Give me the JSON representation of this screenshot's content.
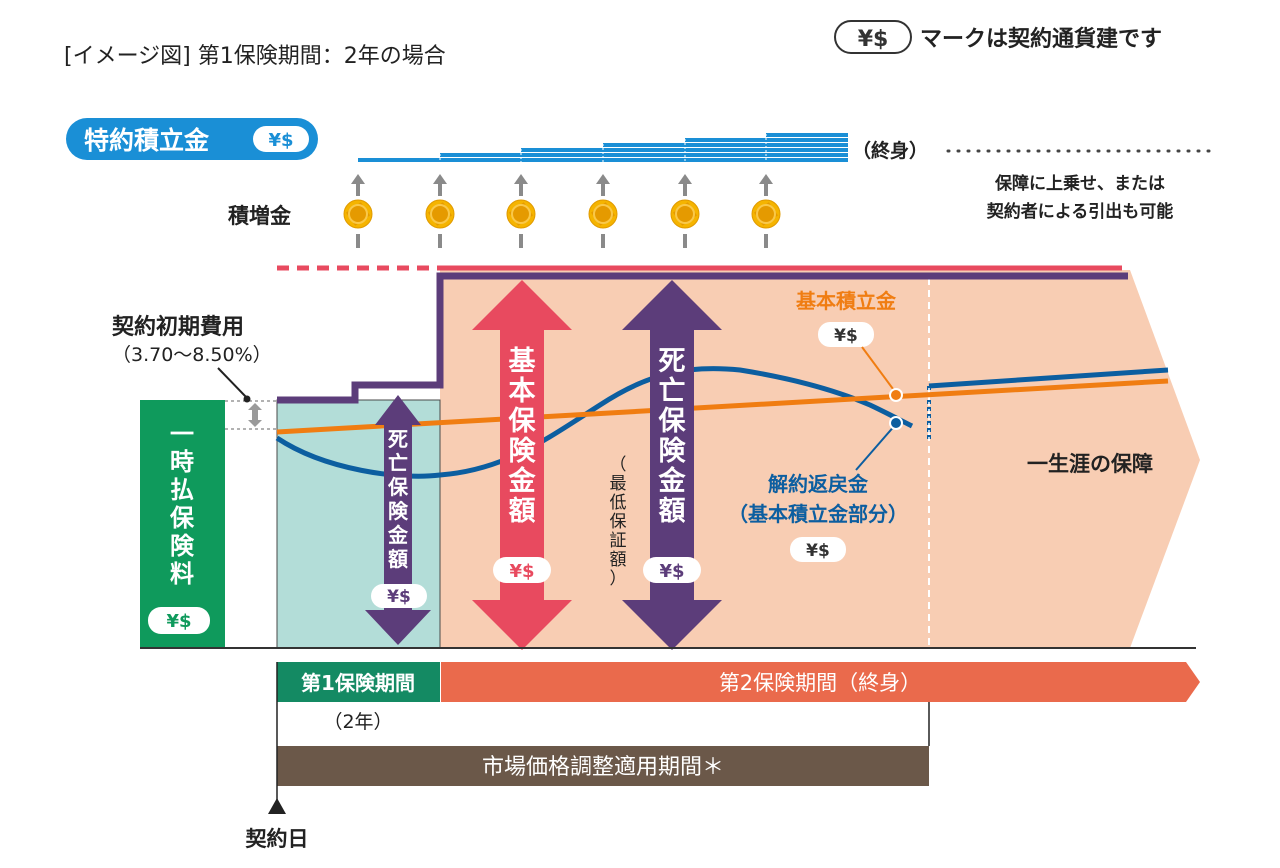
{
  "header": {
    "title": "[イメージ図] 第1保険期間：2年の場合",
    "currency_badge": "¥$",
    "legend_text": "マークは契約通貨建です"
  },
  "rider": {
    "label": "特約積立金",
    "badge": "¥$",
    "lifetime": "（終身）",
    "note_line1": "保障に上乗せ、または",
    "note_line2": "契約者による引出も可能"
  },
  "increase": {
    "label": "積増金"
  },
  "left": {
    "initial_cost_label": "契約初期費用",
    "initial_cost_range": "（3.70〜8.50%）",
    "premium_chars": [
      "一",
      "時",
      "払",
      "保",
      "険",
      "料"
    ],
    "premium_badge": "¥$"
  },
  "arrows": {
    "death_benefit_chars": [
      "死",
      "亡",
      "保",
      "険",
      "金",
      "額"
    ],
    "death_benefit_badge": "¥$",
    "basic_insurance_chars": [
      "基",
      "本",
      "保",
      "険",
      "金",
      "額"
    ],
    "basic_insurance_badge": "¥$",
    "min_guarantee_chars": [
      "（",
      "最",
      "低",
      "保",
      "証",
      "額",
      "）"
    ],
    "death_benefit2_chars": [
      "死",
      "亡",
      "保",
      "険",
      "金",
      "額"
    ],
    "death_benefit2_badge": "¥$"
  },
  "lines": {
    "basic_reserve_label": "基本積立金",
    "basic_reserve_badge": "¥$",
    "surrender_label": "解約返戻金",
    "surrender_sub": "（基本積立金部分）",
    "surrender_badge": "¥$",
    "lifetime_coverage": "一生涯の保障"
  },
  "periods": {
    "first": "第1保険期間",
    "first_years": "（2年）",
    "second": "第2保険期間（終身）",
    "mva": "市場価格調整適用期間＊",
    "contract_date": "契約日"
  },
  "colors": {
    "green": "#0f9a5c",
    "teal_bg": "#b3ddd8",
    "salmon_bg": "#f8cdb3",
    "purple": "#5c3d7a",
    "red": "#e84a5f",
    "orange": "#f07d12",
    "blue_line": "#0c5ea0",
    "rider_blue": "#1a8fd6",
    "coin": "#f5b400",
    "period1": "#148a63",
    "period2": "#ea6a4c",
    "mva": "#6b5849"
  }
}
